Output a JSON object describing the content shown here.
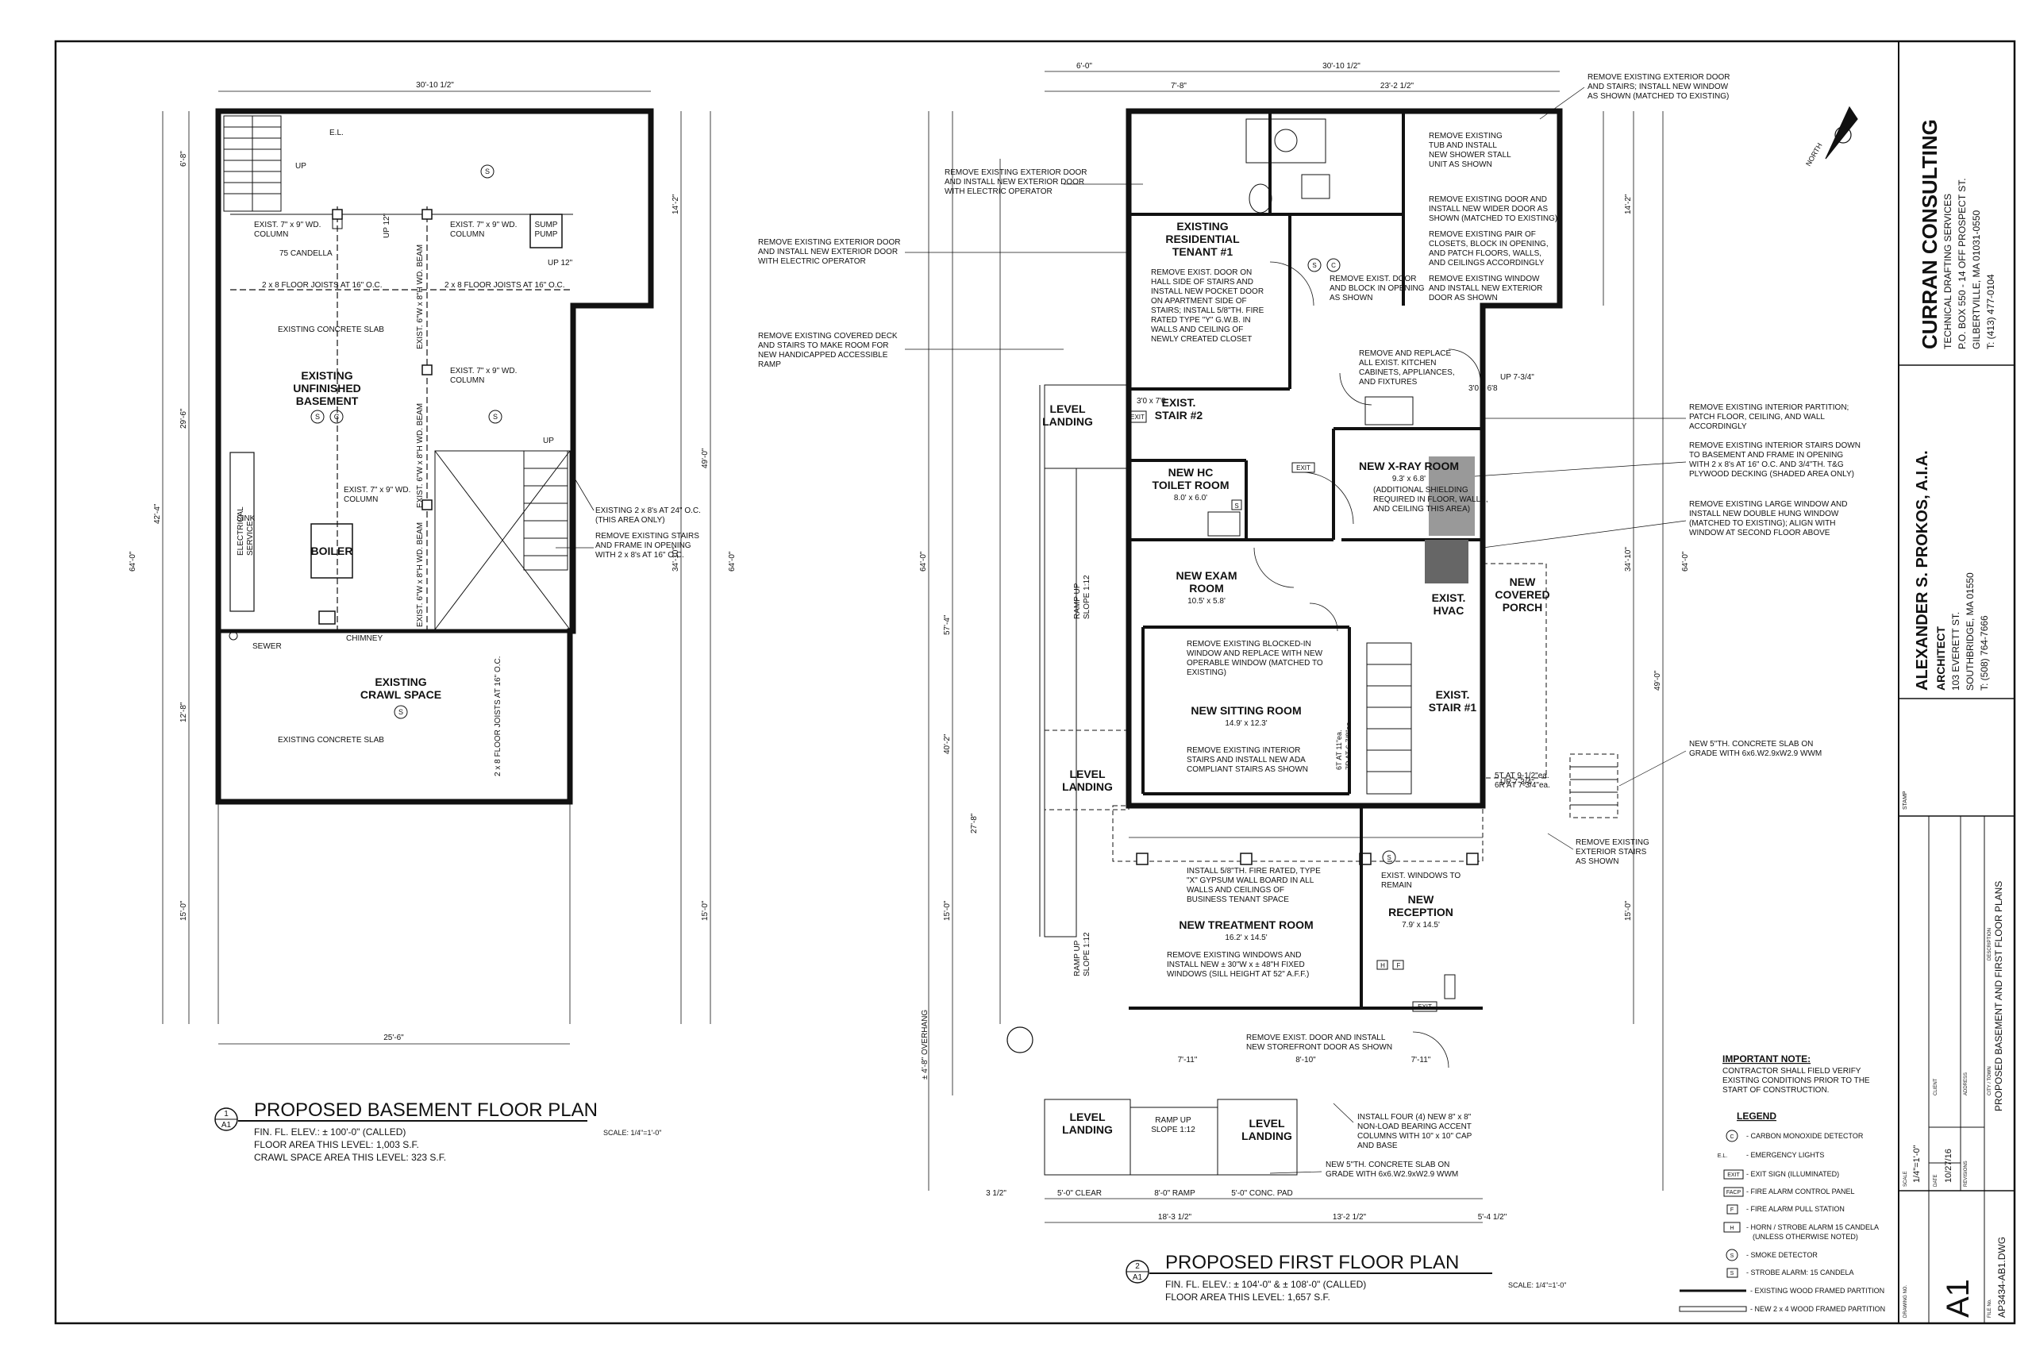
{
  "basement": {
    "rooms": {
      "unfinished": [
        "EXISTING",
        "UNFINISHED",
        "BASEMENT"
      ],
      "crawl": [
        "EXISTING",
        "CRAWL SPACE"
      ],
      "boiler": "BOILER",
      "sump": [
        "SUMP",
        "PUMP"
      ],
      "electrical": [
        "ELECTRICAL",
        "SERVICE"
      ],
      "sink": "SINK"
    },
    "notes": {
      "el": "E.L.",
      "up1": "UP",
      "col1": [
        "EXIST. 7\" x 9\" WD.",
        "COLUMN"
      ],
      "col2": [
        "EXIST. 7\" x 9\" WD.",
        "COLUMN"
      ],
      "col3": [
        "EXIST. 7\" x 9\" WD.",
        "COLUMN"
      ],
      "col4": [
        "EXIST. 7\" x 9\" WD.",
        "COLUMN"
      ],
      "candella": "75 CANDELLA",
      "joists1": "2 x 8 FLOOR JOISTS AT 16\" O.C.",
      "joists2": "2 x 8 FLOOR JOISTS AT 16\" O.C.",
      "slab1": "EXISTING CONCRETE SLAB",
      "slab2": "EXISTING CONCRETE SLAB",
      "beam": "EXIST. 6\"W x 8\"H WD. BEAM",
      "up12a": "UP 12\"",
      "up12b": "UP 12\"",
      "up2": "UP",
      "existing2x8": [
        "EXISTING 2 x 8's AT 24\" O.C.",
        "(THIS AREA ONLY)"
      ],
      "removestairs": [
        "REMOVE EXISTING STAIRS",
        "AND FRAME IN OPENING",
        "WITH 2 x 8's AT 16\" O.C."
      ],
      "sewer": "SEWER",
      "chimney": "CHIMNEY",
      "crawljoists": "2 x 8 FLOOR JOISTS AT 16\" O.C."
    },
    "dims": {
      "top": "30'-10 1/2\"",
      "bottom": "25'-6\"",
      "left1": "6'-8\"",
      "left2": "29'-6\"",
      "left3": "42'-4\"",
      "left4": "64'-0\"",
      "left5": "12'-8\"",
      "left6": "15'-0\"",
      "right1": "14'-2\"",
      "right2": "49'-0\"",
      "right3": "34'-10\"",
      "right4": "64'-0\"",
      "right5": "15'-0\""
    },
    "title": {
      "num": "1",
      "sheet": "A1",
      "name": "PROPOSED BASEMENT FLOOR PLAN",
      "scale": "SCALE: 1/4\"=1'-0\"",
      "lines": [
        "FIN. FL. ELEV.: ± 100'-0\" (CALLED)",
        "FLOOR AREA THIS LEVEL: 1,003 S.F.",
        "CRAWL SPACE AREA THIS LEVEL: 323 S.F."
      ]
    }
  },
  "first": {
    "rooms": {
      "tenant": [
        "EXISTING",
        "RESIDENTIAL",
        "TENANT #1"
      ],
      "stair2": [
        "EXIST.",
        "STAIR #2"
      ],
      "toilet": [
        "NEW HC",
        "TOILET ROOM"
      ],
      "toilet_size": "8.0' x 6.0'",
      "xray": "NEW X-RAY ROOM",
      "xray_size": "9.3' x 6.8'",
      "exam": [
        "NEW EXAM",
        "ROOM"
      ],
      "exam_size": "10.5' x 5.8'",
      "hvac": [
        "EXIST.",
        "HVAC"
      ],
      "porch": [
        "NEW",
        "COVERED",
        "PORCH"
      ],
      "sitting": "NEW SITTING ROOM",
      "sitting_size": "14.9' x 12.3'",
      "stair1": [
        "EXIST.",
        "STAIR #1"
      ],
      "treatment": "NEW TREATMENT ROOM",
      "treatment_size": "16.2' x 14.5'",
      "reception": [
        "NEW",
        "RECEPTION"
      ],
      "reception_size": "7.9' x 14.5'",
      "level1": [
        "LEVEL",
        "LANDING"
      ],
      "level2": [
        "LEVEL",
        "LANDING"
      ],
      "level3": [
        "LEVEL",
        "LANDING"
      ],
      "level4": [
        "LEVEL",
        "LANDING"
      ],
      "ramp1": [
        "RAMP UP",
        "SLOPE 1:12"
      ],
      "ramp2": [
        "RAMP UP",
        "SLOPE 1:12"
      ],
      "ramp3": [
        "RAMP UP",
        "SLOPE 1:12"
      ]
    },
    "notes": {
      "n_tl1": [
        "REMOVE EXISTING EXTERIOR DOOR",
        "AND INSTALL NEW EXTERIOR DOOR",
        "WITH ELECTRIC OPERATOR"
      ],
      "n_tl2": [
        "REMOVE EXISTING EXTERIOR DOOR",
        "AND INSTALL NEW EXTERIOR DOOR",
        "WITH ELECTRIC OPERATOR"
      ],
      "n_deck": [
        "REMOVE EXISTING COVERED DECK",
        "AND STAIRS TO MAKE ROOM FOR",
        "NEW HANDICAPPED ACCESSIBLE",
        "RAMP"
      ],
      "n_pocket": [
        "REMOVE EXIST. DOOR ON",
        "HALL SIDE OF STAIRS AND",
        "INSTALL NEW POCKET DOOR",
        "ON APARTMENT SIDE OF",
        "STAIRS; INSTALL 5/8\"TH. FIRE",
        "RATED TYPE \"Y\" G.W.B. IN",
        "WALLS AND CEILING OF",
        "NEWLY CREATED CLOSET"
      ],
      "n_block": [
        "REMOVE EXIST. DOOR",
        "AND BLOCK IN OPENING",
        "AS SHOWN"
      ],
      "n_tub": [
        "REMOVE EXISTING",
        "TUB AND INSTALL",
        "NEW SHOWER STALL",
        "UNIT AS SHOWN"
      ],
      "n_wider": [
        "REMOVE EXISTING DOOR AND",
        "INSTALL NEW WIDER DOOR AS",
        "SHOWN (MATCHED TO EXISTING)"
      ],
      "n_closets": [
        "REMOVE EXISTING PAIR OF",
        "CLOSETS, BLOCK IN OPENING,",
        "AND PATCH FLOORS, WALLS,",
        "AND CEILINGS ACCORDINGLY"
      ],
      "n_window": [
        "REMOVE EXISTING WINDOW",
        "AND INSTALL NEW EXTERIOR",
        "DOOR AS SHOWN"
      ],
      "n_topright": [
        "REMOVE EXISTING EXTERIOR DOOR",
        "AND STAIRS; INSTALL NEW WINDOW",
        "AS SHOWN (MATCHED TO EXISTING)"
      ],
      "n_kitchen": [
        "REMOVE AND REPLACE",
        "ALL EXIST. KITCHEN",
        "CABINETS, APPLIANCES,",
        "AND FIXTURES"
      ],
      "n_shield": [
        "(ADDITIONAL SHIELDING",
        "REQUIRED IN FLOOR, WALLS,",
        "AND CEILING THIS AREA)"
      ],
      "n_partition": [
        "REMOVE EXISTING INTERIOR PARTITION;",
        "PATCH FLOOR, CEILING, AND WALL",
        "ACCORDINGLY"
      ],
      "n_intstairs": [
        "REMOVE EXISTING INTERIOR STAIRS DOWN",
        "TO BASEMENT AND FRAME IN OPENING",
        "WITH 2 x 8's AT 16\" O.C. AND 3/4\"TH. T&G",
        "PLYWOOD DECKING (SHADED AREA ONLY)"
      ],
      "n_largewin": [
        "REMOVE EXISTING LARGE WINDOW AND",
        "INSTALL NEW DOUBLE HUNG WINDOW",
        "(MATCHED TO EXISTING); ALIGN WITH",
        "WINDOW AT SECOND FLOOR ABOVE"
      ],
      "n_blockedin": [
        "REMOVE EXISTING BLOCKED-IN",
        "WINDOW AND REPLACE WITH NEW",
        "OPERABLE WINDOW (MATCHED TO",
        "EXISTING)"
      ],
      "n_adastairs": [
        "REMOVE EXISTING INTERIOR",
        "STAIRS AND INSTALL NEW ADA",
        "COMPLIANT STAIRS AS SHOWN"
      ],
      "n_slabtop": [
        "NEW 5\"TH. CONCRETE SLAB ON",
        "GRADE WITH 6x6.W2.9xW2.9 WWM"
      ],
      "n_extstairs": [
        "REMOVE EXISTING",
        "EXTERIOR STAIRS",
        "AS SHOWN"
      ],
      "n_gyp": [
        "INSTALL 5/8\"TH. FIRE RATED, TYPE",
        "\"X\" GYPSUM WALL BOARD IN ALL",
        "WALLS AND CEILINGS OF",
        "BUSINESS TENANT SPACE"
      ],
      "n_fixedwin": [
        "REMOVE EXISTING WINDOWS AND",
        "INSTALL NEW ± 30\"W x ± 48\"H FIXED",
        "WINDOWS (SILL HEIGHT AT 52\" A.F.F.)"
      ],
      "n_remain": [
        "EXIST. WINDOWS TO",
        "REMAIN"
      ],
      "n_storefront": [
        "REMOVE EXIST. DOOR AND INSTALL",
        "NEW STOREFRONT DOOR AS SHOWN"
      ],
      "n_columns": [
        "INSTALL FOUR (4) NEW 8\" x 8\"",
        "NON-LOAD BEARING ACCENT",
        "COLUMNS WITH 10\" x 10\" CAP",
        "AND BASE"
      ],
      "n_slabbot": [
        "NEW 5\"TH. CONCRETE SLAB ON",
        "GRADE WITH 6x6.W2.9xW2.9 WWM"
      ],
      "stair_st": [
        "6T AT 11\"ea.",
        "7R AT 6-7/8\"ea."
      ],
      "ext_st": [
        "5T AT 9-1/2\"ea.",
        "6R AT 7-3/4\"ea."
      ],
      "up734a": "UP 7-3/4\"",
      "up734b": "UP 7-3/4\"",
      "up734c": "UP 7-3/4\""
    },
    "dims": {
      "top1": "6'-0\"",
      "top2": "30'-10 1/2\"",
      "top3": "7'-8\"",
      "top4": "23'-2 1/2\"",
      "bot1": "5'-0\" CLEAR",
      "bot2": "8'-0\" RAMP",
      "bot3": "5'-0\" CONC. PAD",
      "bot4": "18'-3 1/2\"",
      "bot5": "13'-2 1/2\"",
      "bot6": "5'-4 1/2\"",
      "bot7": "3 1/2\"",
      "left_overall": "64'-0\"",
      "right_overall": "64'-0\"",
      "right1": "14'-2\"",
      "right2": "34'-10\"",
      "right3": "15'-0\"",
      "right4": "49'-0\"",
      "left57": "57'-4\"",
      "left40": "40'-2\"",
      "left27": "27'-8\"",
      "left15": "15'-0\"",
      "overhang": "± 4'-8\" OVERHANG",
      "front1": "7'-11\"",
      "front2": "8'-10\"",
      "front3": "7'-11\"",
      "door1": "3'0 x 7'0",
      "door2": "3'0 x 6'8"
    },
    "title": {
      "num": "2",
      "sheet": "A1",
      "name": "PROPOSED FIRST FLOOR PLAN",
      "scale": "SCALE: 1/4\"=1'-0\"",
      "lines": [
        "FIN. FL. ELEV.: ± 104'-0\" & ± 108'-0\" (CALLED)",
        "FLOOR AREA THIS LEVEL: 1,657 S.F."
      ]
    }
  },
  "important": {
    "heading": "IMPORTANT NOTE:",
    "lines": [
      "CONTRACTOR SHALL FIELD VERIFY",
      "EXISTING CONDITIONS PRIOR TO THE",
      "START OF CONSTRUCTION."
    ]
  },
  "legend": {
    "heading": "LEGEND",
    "items": [
      {
        "sym": "C",
        "text": "- CARBON MONOXIDE DETECTOR"
      },
      {
        "sym": "E.L.",
        "text": "- EMERGENCY LIGHTS"
      },
      {
        "sym": "EXIT",
        "text": "- EXIT SIGN (ILLUMINATED)"
      },
      {
        "sym": "FACP",
        "text": "- FIRE ALARM CONTROL PANEL"
      },
      {
        "sym": "F",
        "text": "- FIRE ALARM PULL STATION"
      },
      {
        "sym": "H",
        "text": "- HORN / STROBE ALARM 15 CANDELA"
      },
      {
        "sym": "",
        "text": "(UNLESS OTHERWISE NOTED)"
      },
      {
        "sym": "S",
        "text": "- SMOKE DETECTOR"
      },
      {
        "sym": "S",
        "text": "- STROBE ALARM: 15 CANDELA"
      },
      {
        "sym": "",
        "text": "- EXISTING WOOD FRAMED PARTITION"
      },
      {
        "sym": "",
        "text": "- NEW 2 x 4 WOOD FRAMED PARTITION"
      }
    ]
  },
  "north": "NORTH",
  "titleblock": {
    "firm": "CURRAN CONSULTING",
    "firm_lines": [
      "TECHNICAL DRAFTING SERVICES",
      "P.O. BOX 550 - 14 OFF PROSPECT ST.",
      "GILBERTVILLE, MA 01031-0550",
      "T: (413) 477-0104"
    ],
    "architect": "ALEXANDER S. PROKOS, A.I.A.",
    "architect_lines": [
      "ARCHITECT",
      "103 EVERETT ST.",
      "SOUTHBRIDGE, MA 01550",
      "T: (508) 764-7666"
    ],
    "stamp": "STAMP",
    "client": "CLIENT",
    "address": "ADDRESS",
    "citytown": "CITY / TOWN",
    "description_label": "DESCRIPTION",
    "description": "PROPOSED BASEMENT AND FIRST FLOOR PLANS",
    "scale_label": "SCALE",
    "scale": "1/4\"=1'-0\"",
    "date_label": "DATE",
    "date": "10/27/16",
    "revisions": "REVISIONS",
    "drawing_label": "DRAWING NO.",
    "drawing": "A1",
    "file_label": "FILE No.",
    "file": "AP3434-AB1.DWG"
  }
}
